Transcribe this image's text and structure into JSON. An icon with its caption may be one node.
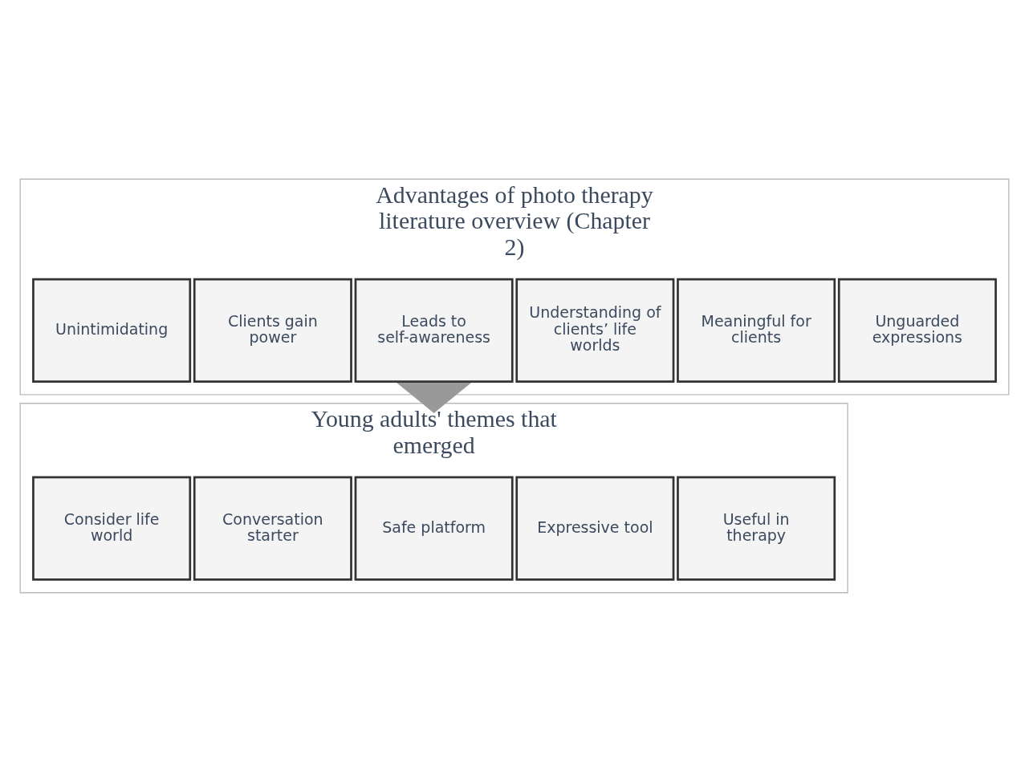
{
  "diagram": {
    "nodes": [
      {
        "text": [
          "Advantages of photo therapy literature overview (Chapter 2)"
        ]
      },
      {
        "text": [
          "Unguarded expressions"
        ],
        "in": 0
      },
      {
        "text": [
          "Meaningful for clients"
        ],
        "in": 0
      },
      {
        "text": [
          "Understanding of clients’ life worlds"
        ],
        "in": 0
      },
      {
        "text": [
          "Leads to self-awareness"
        ],
        "in": 0
      },
      {
        "text": [
          "Clients gain power"
        ],
        "in": 0
      },
      {
        "text": [
          "Unintimidating"
        ],
        "in": 0
      },
      {
        "text": [
          "Young adults' themes that emerged"
        ]
      },
      {
        "text": [
          "Useful in therapy"
        ],
        "in": 7
      },
      {
        "text": [
          "Expressive tool"
        ],
        "in": 7
      },
      {
        "text": [
          "Safe platform"
        ],
        "in": 7
      },
      {
        "text": [
          "Conversation starter"
        ],
        "in": 7
      },
      {
        "text": [
          "Consider life world"
        ],
        "in": 7
      }
    ],
    "edges": [
      {
        "from": 0,
        "to": 7,
        "arrow": "to",
        "style": "thick"
      }
    ]
  }
}
